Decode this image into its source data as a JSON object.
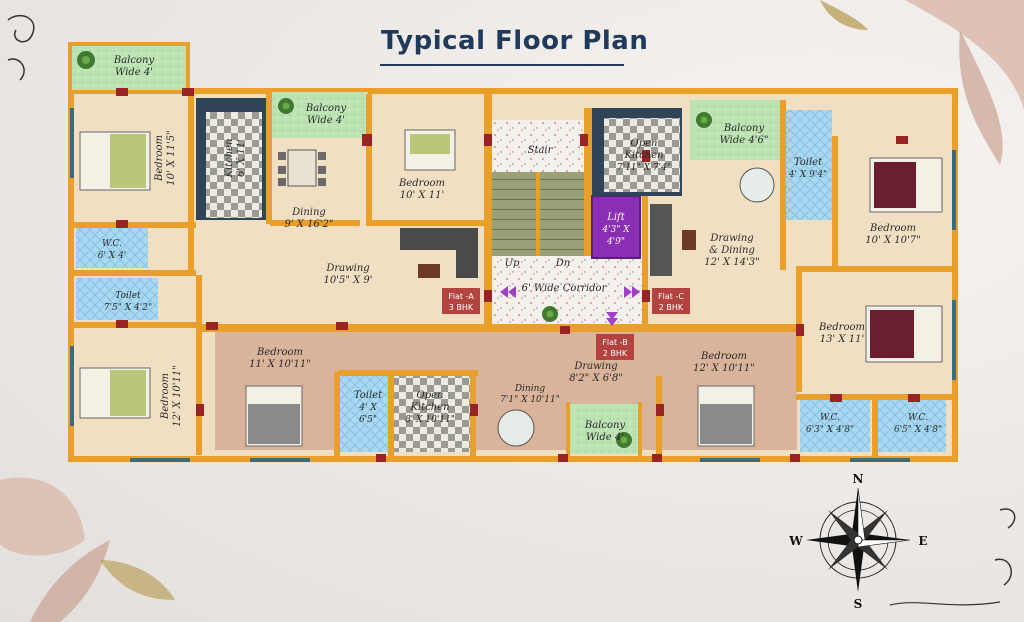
{
  "title": "Typical Floor Plan",
  "compass": {
    "n": "N",
    "s": "S",
    "e": "E",
    "w": "W"
  },
  "rooms": {
    "balcony_tl": {
      "name": "Balcony",
      "size": "Wide 4'"
    },
    "bedroom_a1": {
      "name": "Bedroom",
      "size": "10' X 11'5\""
    },
    "kitchen_a": {
      "name": "Kitchen",
      "size": "6' X 11'"
    },
    "balcony_a2": {
      "name": "Balcony",
      "size": "Wide 4'"
    },
    "bedroom_a2": {
      "name": "Bedroom",
      "size": "10' X 11'"
    },
    "dining_a": {
      "name": "Dining",
      "size": "9' X 16'2\""
    },
    "wc_a": {
      "name": "W.C.",
      "size": "6' X 4'"
    },
    "toilet_a": {
      "name": "Toilet",
      "size": "7'5\" X 4'2\""
    },
    "drawing_a": {
      "name": "Drawing",
      "size": "10'5\" X 9'"
    },
    "bedroom_a3": {
      "name": "Bedroom",
      "size": "12' X 10'11\""
    },
    "stair": {
      "name": "Stair"
    },
    "up": {
      "name": "Up"
    },
    "dn": {
      "name": "Dn"
    },
    "corridor": {
      "name": "6' Wide Corridor"
    },
    "lift": {
      "name": "Lift",
      "size": "4'3\" X",
      "size2": "4'9\""
    },
    "open_kitchen_c": {
      "name": "Open",
      "name2": "Kitchen",
      "size": "7'11\" X 7'4\""
    },
    "balcony_c": {
      "name": "Balcony",
      "size": "Wide 4'6\""
    },
    "toilet_c": {
      "name": "Toilet",
      "size": "4' X 9'4\""
    },
    "drawing_c": {
      "name": "Drawing",
      "name2": "& Dining",
      "size": "12' X 14'3\""
    },
    "bedroom_c1": {
      "name": "Bedroom",
      "size": "10' X 10'7\""
    },
    "bedroom_c2": {
      "name": "Bedroom",
      "size": "13' X 11'"
    },
    "wc_c1": {
      "name": "W.C.",
      "size": "6'3\" X 4'8\""
    },
    "wc_c2": {
      "name": "W.C.",
      "size": "6'5\" X 4'8\""
    },
    "bedroom_b1": {
      "name": "Bedroom",
      "size": "11' X 10'11\""
    },
    "toilet_b": {
      "name": "Toilet",
      "size": "4' X",
      "size2": "6'5\""
    },
    "open_kitchen_b": {
      "name": "Open",
      "name2": "Kitchen",
      "size": "8' X 10'11\""
    },
    "dining_b": {
      "name": "Dining",
      "size": "7'1\" X 10'11\""
    },
    "balcony_b": {
      "name": "Balcony",
      "size": "Wide 4'"
    },
    "drawing_b": {
      "name": "Drawing",
      "size": "8'2\" X 6'8\""
    },
    "bedroom_b2": {
      "name": "Bedroom",
      "size": "12' X 10'11\""
    }
  },
  "flats": {
    "a": {
      "name": "Flat -A",
      "type": "3 BHK"
    },
    "b": {
      "name": "Flat -B",
      "type": "2 BHK"
    },
    "c": {
      "name": "Flat -C",
      "type": "2 BHK"
    }
  },
  "colors": {
    "wall": "#e8a02a",
    "floor": "#f1dfc4",
    "floor_b": "#d9b49a",
    "tile": "#a9d8f0",
    "balcony": "#bde3b4",
    "lift": "#8a2fb5",
    "tag": "#b2433f",
    "door": "#9a2424",
    "title": "#1f3a5a"
  }
}
